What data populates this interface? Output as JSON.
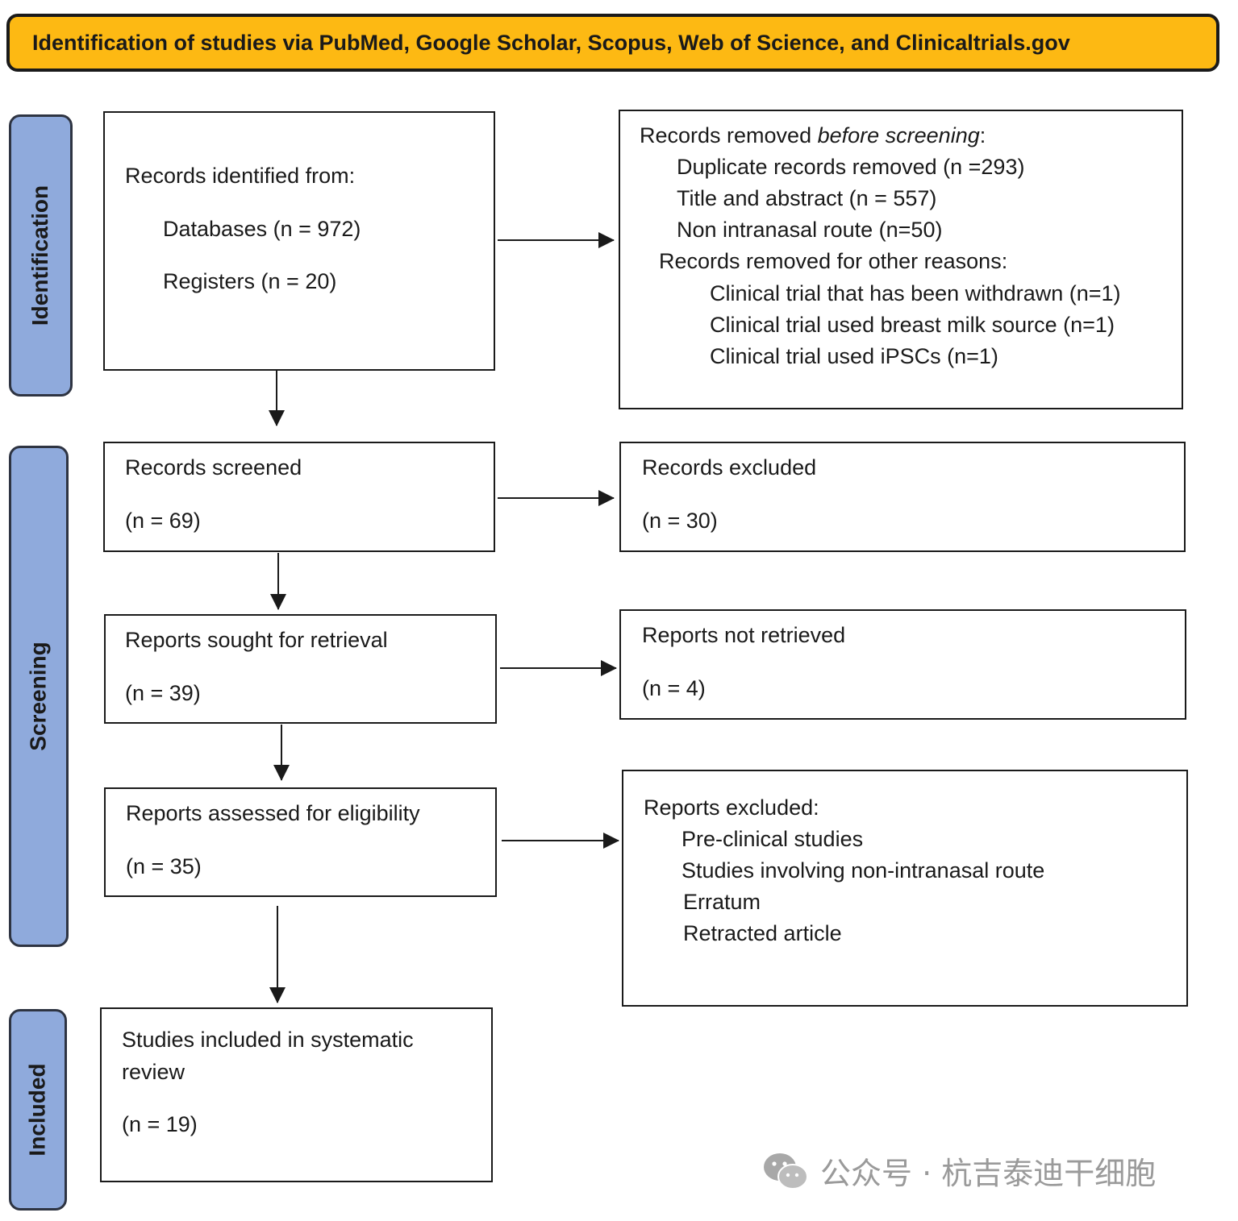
{
  "header": {
    "title": "Identification of studies via PubMed, Google Scholar, Scopus, Web of Science, and Clinicaltrials.gov"
  },
  "phases": {
    "identification": "Identification",
    "screening": "Screening",
    "included": "Included"
  },
  "boxes": {
    "identified": {
      "title": "Records identified from:",
      "databases": "Databases (n = 972)",
      "registers": "Registers (n = 20)"
    },
    "removed": {
      "title_prefix": "Records removed ",
      "title_italic": "before screening",
      "title_suffix": ":",
      "duplicates": "Duplicate records removed (n =293)",
      "title_abstract": "Title and abstract (n = 557)",
      "non_intranasal": "Non intranasal route (n=50)",
      "other_reasons": "Records removed for other reasons:",
      "withdrawn": "Clinical trial that has been withdrawn (n=1)",
      "breast_milk": "Clinical trial used breast milk source (n=1)",
      "ipscs": "Clinical trial used iPSCs (n=1)"
    },
    "screened": {
      "title": "Records screened",
      "count": "(n = 69)"
    },
    "excluded": {
      "title": "Records excluded",
      "count": "(n = 30)"
    },
    "sought": {
      "title": "Reports sought for retrieval",
      "count": "(n = 39)"
    },
    "not_retrieved": {
      "title": "Reports not retrieved",
      "count": "(n = 4)"
    },
    "assessed": {
      "title": "Reports assessed for eligibility",
      "count": "(n = 35)"
    },
    "reports_excluded": {
      "title": "Reports excluded:",
      "preclinical": "Pre-clinical studies",
      "non_intranasal": "Studies involving non-intranasal route",
      "erratum": "Erratum",
      "retracted": "Retracted article"
    },
    "included": {
      "line1": "Studies included in systematic",
      "line2": "review",
      "count": "(n = 19)"
    }
  },
  "watermark": {
    "text": "公众号 · 杭吉泰迪干细胞"
  },
  "colors": {
    "header_fill": "#FDB913",
    "phase_fill": "#8FAADC",
    "border": "#1a1a1a"
  }
}
